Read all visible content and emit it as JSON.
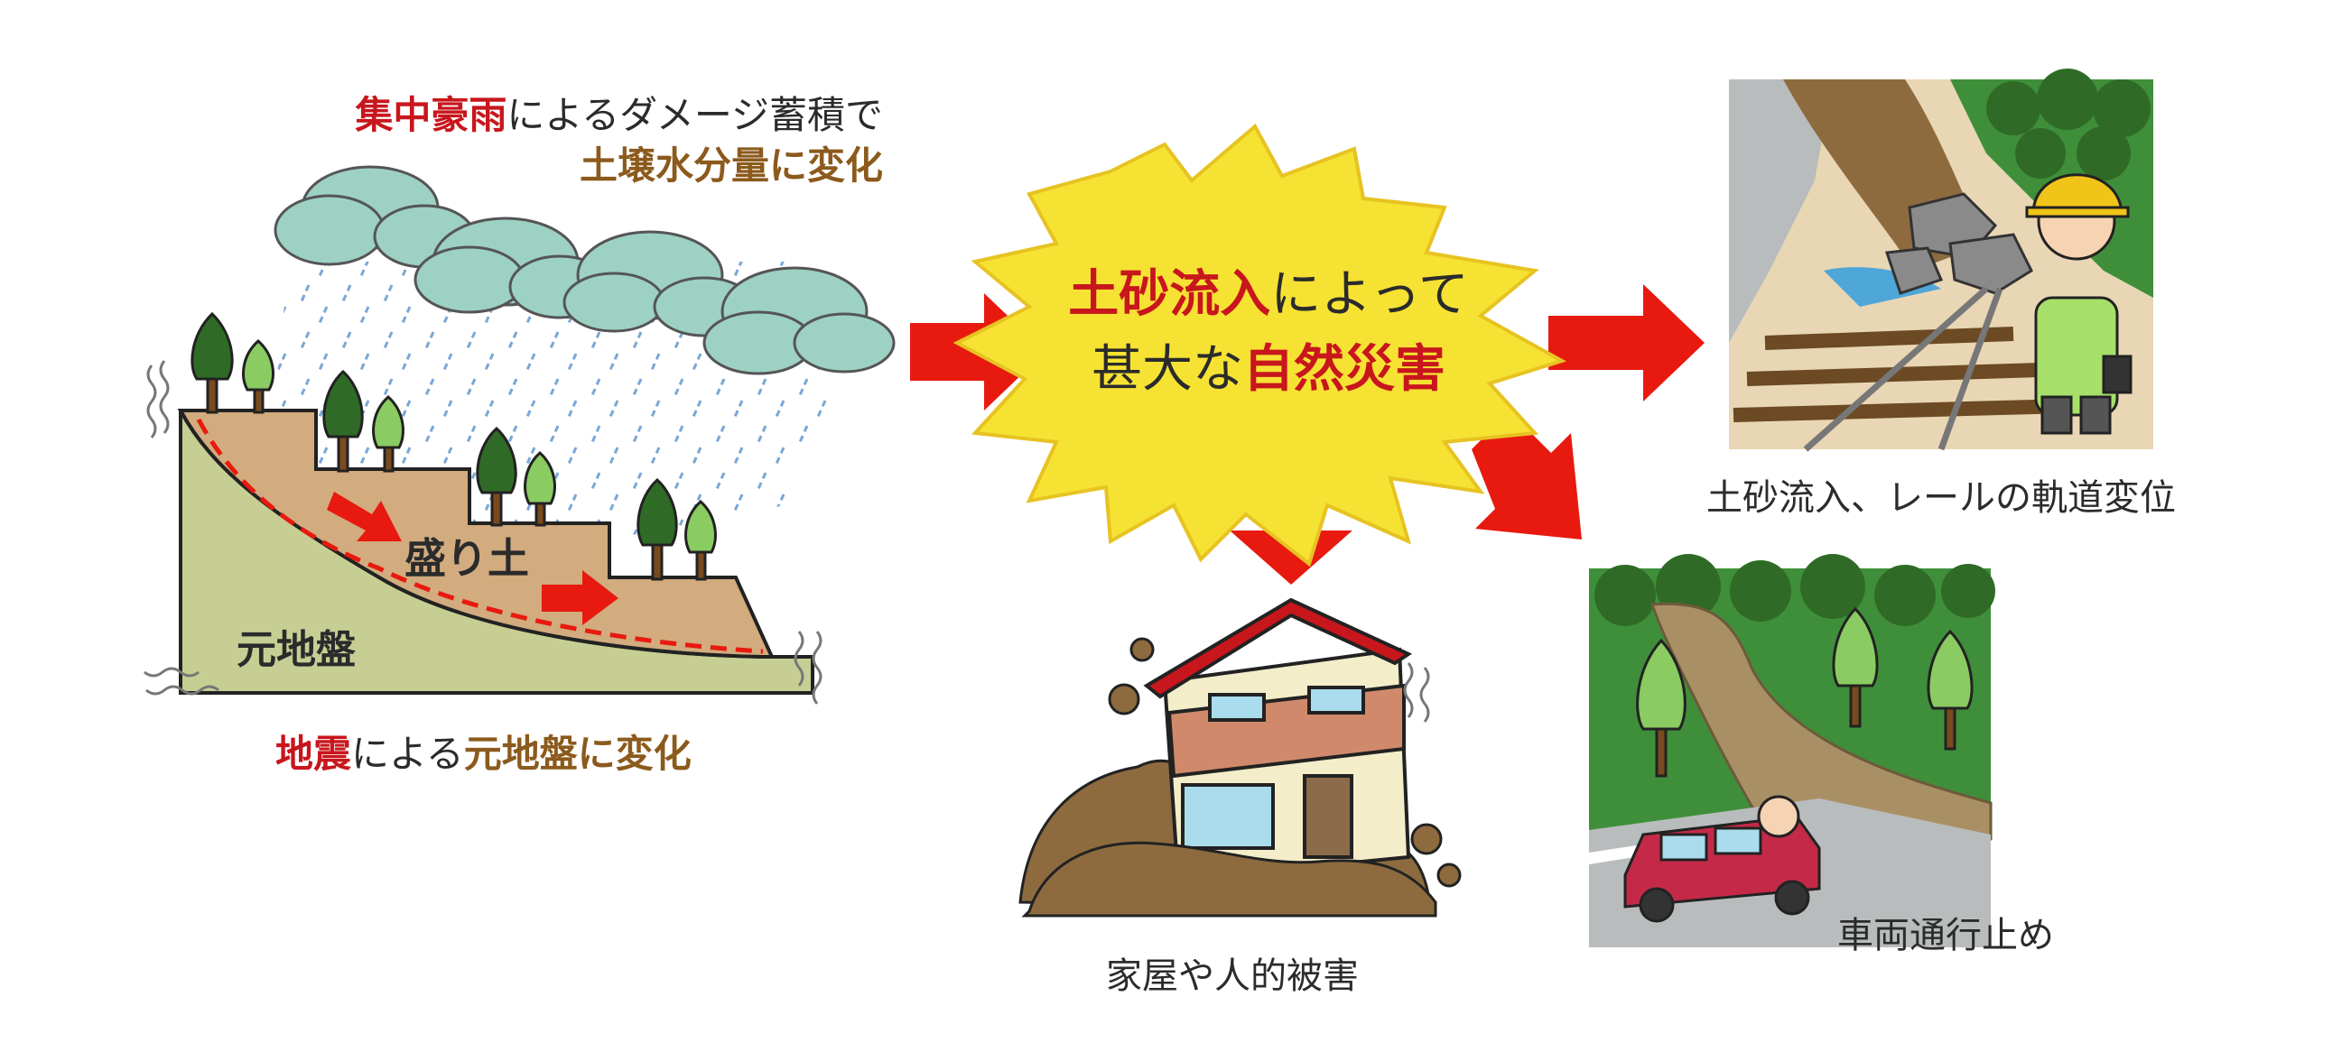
{
  "colors": {
    "red": "#c8161d",
    "brown": "#8b5a1c",
    "dark_text": "#2b2b2b",
    "arrow_red": "#e8190f",
    "burst_yellow": "#f6e233",
    "fill_soil": "#d2ab7e",
    "base_ground": "#c6ce93",
    "cloud": "#9dd1c4",
    "rain": "#7aa7d6",
    "tree_dark": "#2f6b26",
    "tree_light": "#8acb62"
  },
  "left": {
    "cause_rain_red": "集中豪雨",
    "cause_rain_text": "によるダメージ蓄積で",
    "cause_rain_result": "土壌水分量に変化",
    "fill_label": "盛り土",
    "base_label": "元地盤",
    "cause_quake_red": "地震",
    "cause_quake_mid": "による",
    "cause_quake_result": "元地盤に変化"
  },
  "center": {
    "line1_red": "土砂流入",
    "line1_text": "によって",
    "line2_text": "甚大な",
    "line2_red": "自然災害"
  },
  "results": {
    "railway": "土砂流入、レールの軌道変位",
    "house": "家屋や人的被害",
    "road": "車両通行止め"
  },
  "icons": [
    "rain-cloud-icon",
    "tree-icon",
    "flow-arrow-icon",
    "explosion-burst-icon",
    "helmet-worker-icon",
    "house-icon",
    "car-icon",
    "rock-icon"
  ]
}
